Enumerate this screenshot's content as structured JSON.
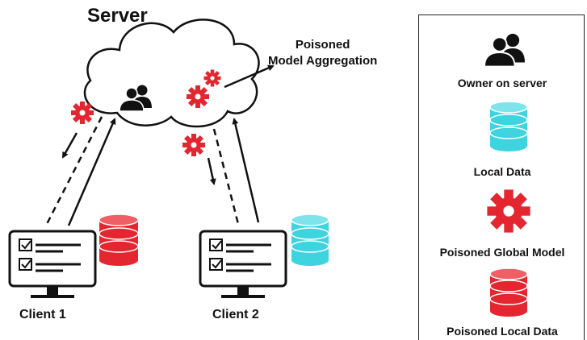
{
  "labels": {
    "server": "Server",
    "aggregation_line1": "Poisoned",
    "aggregation_line2": "Model Aggregation",
    "client1": "Client 1",
    "client2": "Client 2"
  },
  "legend": {
    "items": [
      {
        "label": "Owner on server",
        "icon": "users-icon"
      },
      {
        "label": "Local Data",
        "icon": "database-icon"
      },
      {
        "label": "Poisoned Global Model",
        "icon": "gear-icon"
      },
      {
        "label": "Poisoned Local Data",
        "icon": "database-icon"
      }
    ]
  },
  "colors": {
    "poisoned_red": "#e3262f",
    "local_data_cyan": "#3fd3e0",
    "outline": "#111111"
  }
}
